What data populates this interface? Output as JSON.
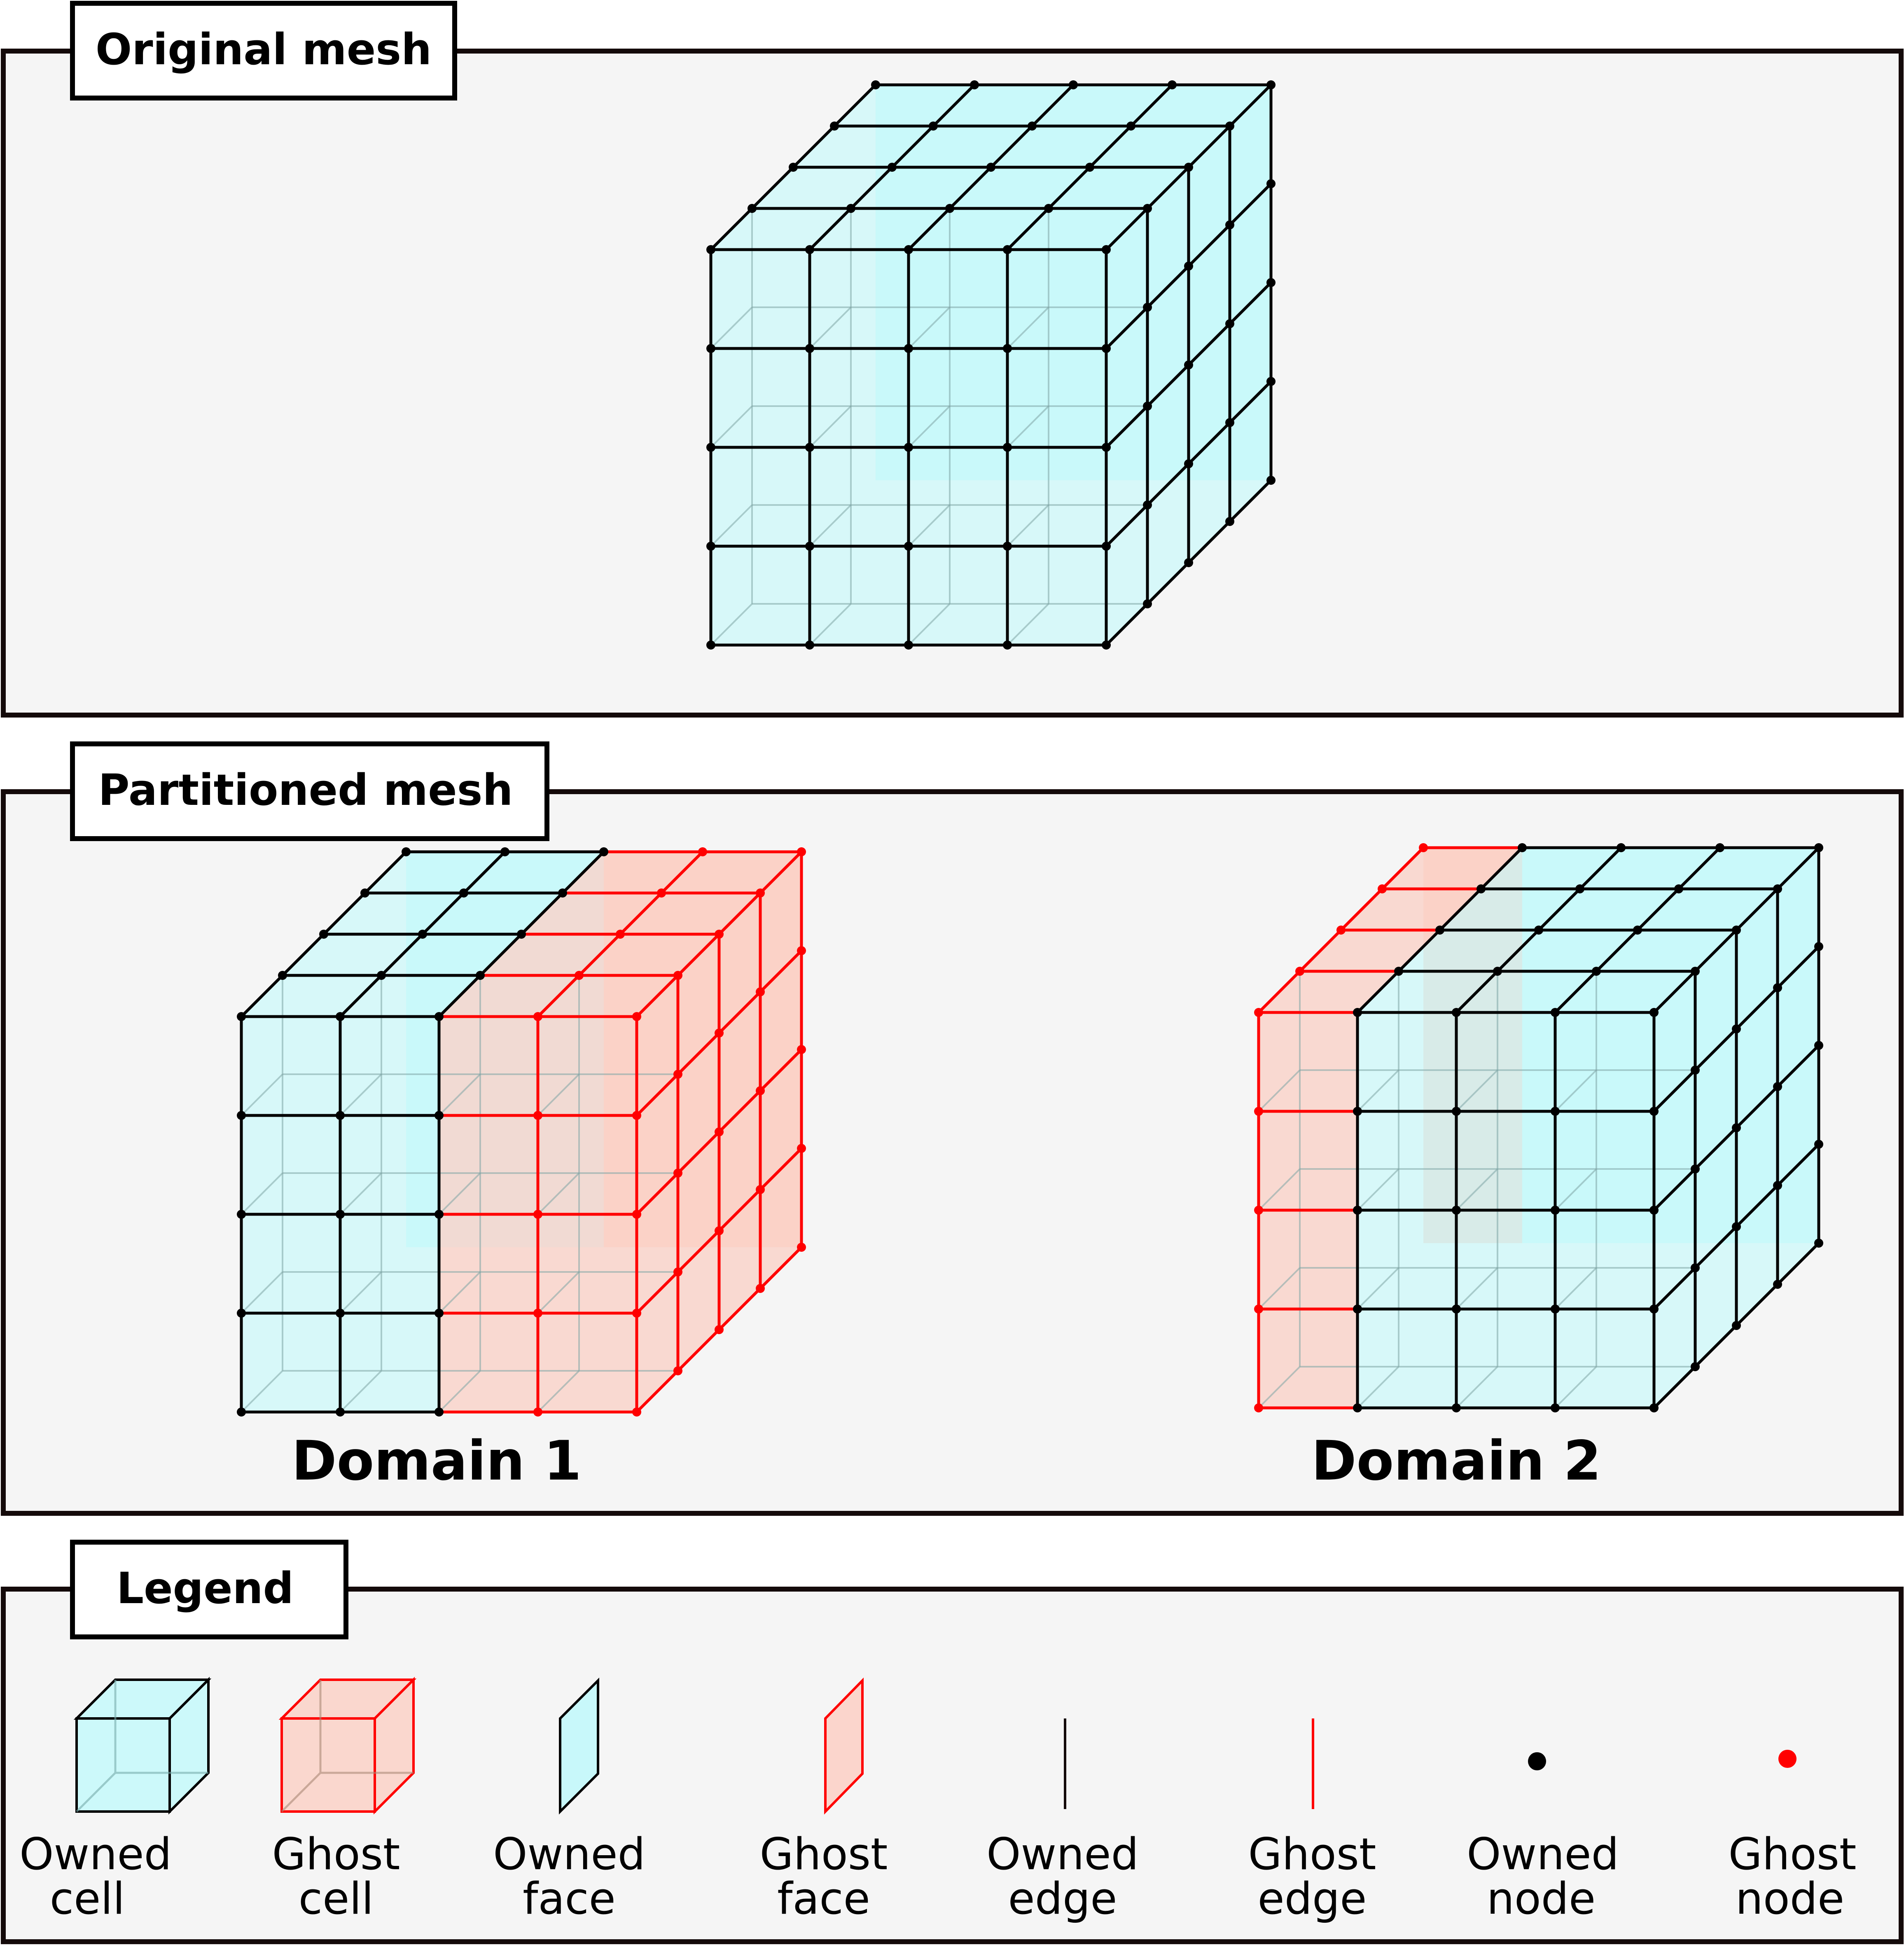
{
  "panels": {
    "original": {
      "title": "Original mesh"
    },
    "partitioned": {
      "title": "Partitioned mesh",
      "domain1_label": "Domain 1",
      "domain2_label": "Domain 2"
    },
    "legend": {
      "title": "Legend",
      "items": [
        {
          "key": "owned-cell",
          "line1": "Owned",
          "line2": "cell"
        },
        {
          "key": "ghost-cell",
          "line1": "Ghost",
          "line2": "cell"
        },
        {
          "key": "owned-face",
          "line1": "Owned",
          "line2": "face"
        },
        {
          "key": "ghost-face",
          "line1": "Ghost",
          "line2": "face"
        },
        {
          "key": "owned-edge",
          "line1": "Owned",
          "line2": "edge"
        },
        {
          "key": "ghost-edge",
          "line1": "Ghost",
          "line2": "edge"
        },
        {
          "key": "owned-node",
          "line1": "Owned",
          "line2": "node"
        },
        {
          "key": "ghost-node",
          "line1": "Ghost",
          "line2": "node"
        }
      ]
    }
  },
  "mesh": {
    "original": {
      "nx": 4,
      "ny": 4,
      "nz": 4
    },
    "domain1": {
      "nx": 4,
      "ny": 4,
      "nz": 4,
      "ghost_columns": [
        2,
        3
      ]
    },
    "domain2": {
      "nx": 4,
      "ny": 4,
      "nz": 4,
      "ghost_columns": [
        0
      ]
    }
  },
  "colors": {
    "owned_fill": "#bdf9fb",
    "ghost_fill": "#fbcfc4",
    "owned_stroke": "#000000",
    "ghost_stroke": "#ff0000",
    "panel_background": "#f5f5f5",
    "panel_border": "#140a0a"
  }
}
